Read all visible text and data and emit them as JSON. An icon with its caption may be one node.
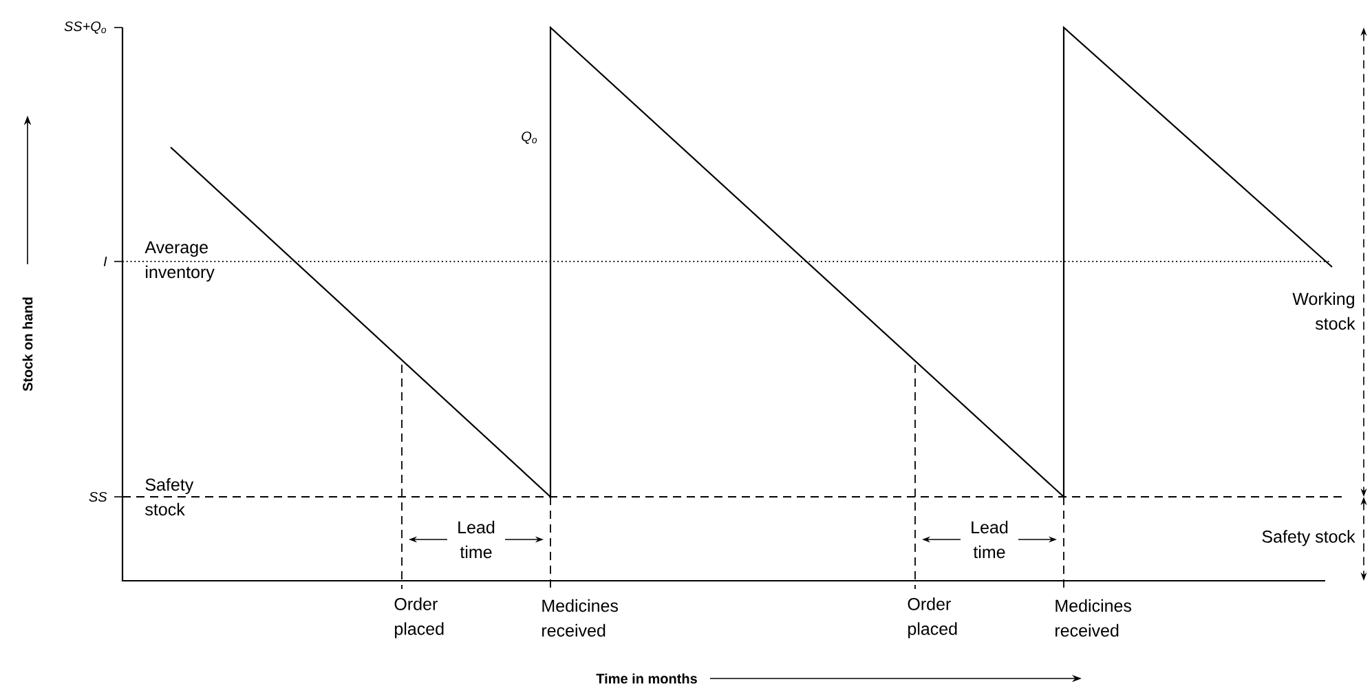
{
  "diagram": {
    "labels": [
      "SS+Q$_{o}$",
      "Q$_{o}$",
      "I",
      "Average inventory",
      "Working stock",
      "Stock on hand",
      "SS",
      "Safety stock",
      "Lead time",
      "Lead time",
      "Safety stock",
      "Order placed",
      "Medicines received",
      "Order placed",
      "Medicines received",
      "Time in months"
    ]
  }
}
